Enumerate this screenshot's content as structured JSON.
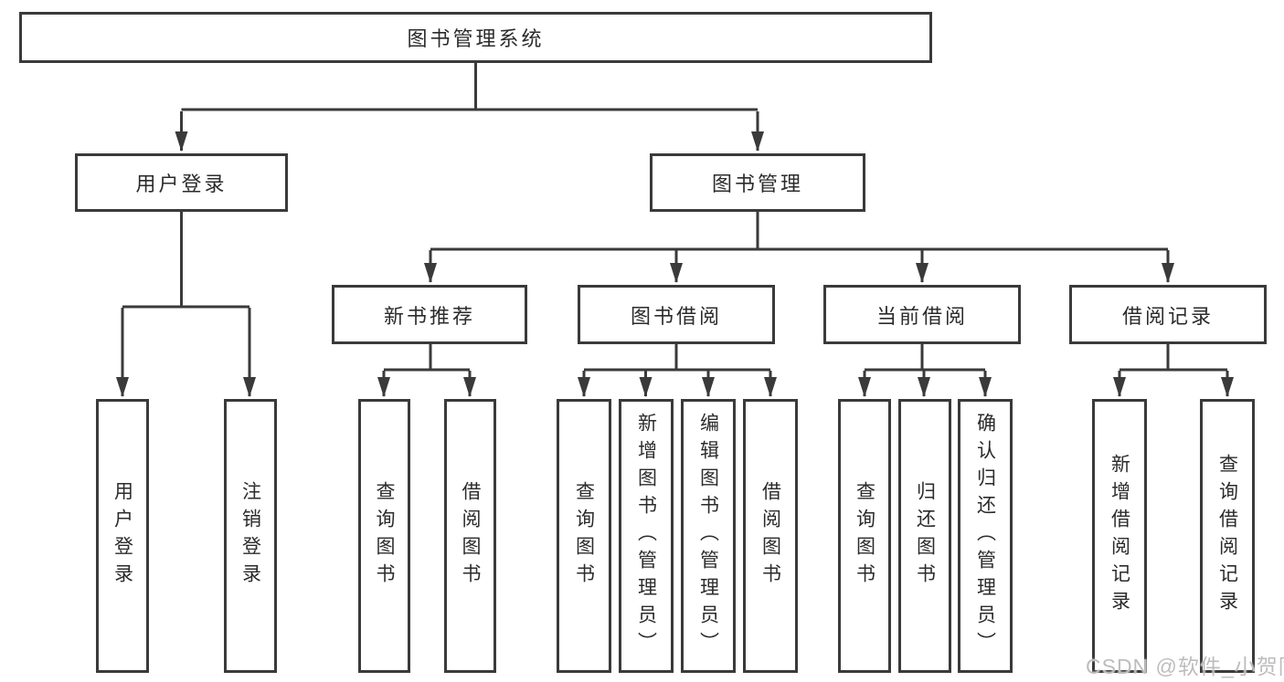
{
  "diagram_title": "图书管理系统",
  "nodes": {
    "root": {
      "label": "图书管理系统"
    },
    "userLogin": {
      "label": "用户登录"
    },
    "bookMgmt": {
      "label": "图书管理"
    },
    "newBookRec": {
      "label": "新书推荐"
    },
    "bookBorrow": {
      "label": "图书借阅"
    },
    "currentBorrow": {
      "label": "当前借阅"
    },
    "borrowRecord": {
      "label": "借阅记录"
    }
  },
  "leaves": {
    "g1": [
      {
        "label": "用户登录"
      },
      {
        "label": "注销登录"
      }
    ],
    "g2": [
      {
        "label": "查询图书"
      },
      {
        "label": "借阅图书"
      }
    ],
    "g3": [
      {
        "label": "查询图书"
      },
      {
        "label": "新增图书（管理员）"
      },
      {
        "label": "编辑图书（管理员）"
      },
      {
        "label": "借阅图书"
      }
    ],
    "g4": [
      {
        "label": "查询图书"
      },
      {
        "label": "归还图书"
      },
      {
        "label": "确认归还（管理员）"
      }
    ],
    "g5": [
      {
        "label": "新增借阅记录"
      },
      {
        "label": "查询借阅记录"
      }
    ]
  },
  "watermark": {
    "text": "CSDN @软件_小贺同学"
  },
  "colors": {
    "line": "#3a3a3a",
    "text": "#2b2b2b",
    "box_background": "#ffffff",
    "watermark": "#bdbdbd",
    "background": "#ffffff"
  }
}
